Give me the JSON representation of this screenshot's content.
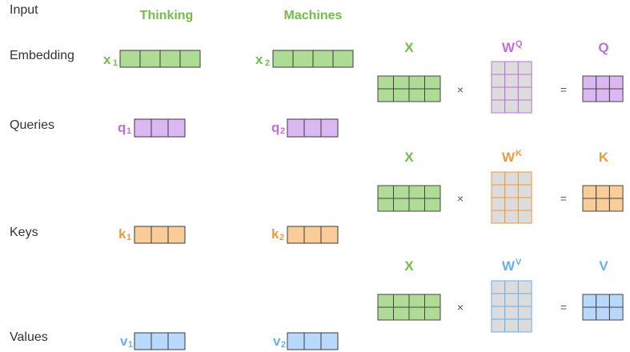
{
  "colors": {
    "green": "#6fbf46",
    "green_fill": "#afdc94",
    "purple": "#bf6fdc",
    "purple_fill": "#dcb8f2",
    "orange": "#ef9a3a",
    "orange_fill": "#f9cc98",
    "blue": "#65b0f0",
    "blue_fill": "#b8d9fb",
    "gray_fill": "#dcdcdc",
    "label_text": "#333333"
  },
  "row_labels": {
    "input": "Input",
    "embedding": "Embedding",
    "queries": "Queries",
    "keys": "Keys",
    "values": "Values"
  },
  "words": [
    "Thinking",
    "Machines"
  ],
  "vectors": {
    "x1": {
      "sym": "x",
      "sub": "1"
    },
    "x2": {
      "sym": "x",
      "sub": "2"
    },
    "q1": {
      "sym": "q",
      "sub": "1"
    },
    "q2": {
      "sym": "q",
      "sub": "2"
    },
    "k1": {
      "sym": "k",
      "sub": "1"
    },
    "k2": {
      "sym": "k",
      "sub": "2"
    },
    "v1": {
      "sym": "v",
      "sub": "1"
    },
    "v2": {
      "sym": "v",
      "sub": "2"
    }
  },
  "equations": {
    "q": {
      "x": "X",
      "w": "W",
      "w_sup": "Q",
      "result": "Q",
      "times": "×",
      "equals": "="
    },
    "k": {
      "x": "X",
      "w": "W",
      "w_sup": "K",
      "result": "K",
      "times": "×",
      "equals": "="
    },
    "v": {
      "x": "X",
      "w": "W",
      "w_sup": "V",
      "result": "V",
      "times": "×",
      "equals": "="
    }
  }
}
